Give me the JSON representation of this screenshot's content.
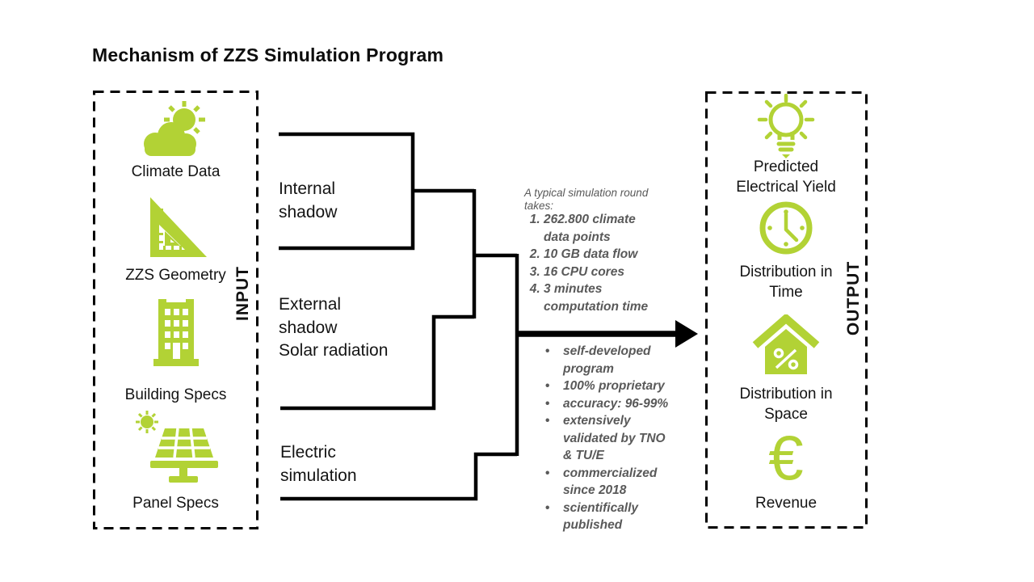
{
  "title": "Mechanism of ZZS Simulation Program",
  "colors": {
    "accent": "#b2d235",
    "note_text": "#595959",
    "line": "#000000"
  },
  "input_panel": {
    "label": "INPUT",
    "items": [
      {
        "icon": "climate-icon",
        "label": "Climate Data"
      },
      {
        "icon": "set-square-icon",
        "label": "ZZS Geometry"
      },
      {
        "icon": "building-icon",
        "label": "Building Specs"
      },
      {
        "icon": "solar-panel-icon",
        "label": "Panel Specs"
      }
    ]
  },
  "process": {
    "branches": [
      {
        "label": "Internal\nshadow"
      },
      {
        "label": "External\nshadow\nSolar radiation"
      },
      {
        "label": "Electric\nsimulation"
      }
    ]
  },
  "simulation_note": {
    "intro": "A typical simulation round\ntakes:",
    "numbered_items": [
      "262.800 climate\ndata points",
      "10 GB data flow",
      "16 CPU cores",
      "3 minutes\ncomputation time"
    ]
  },
  "program_facts": [
    "self-developed\nprogram",
    "100% proprietary",
    "accuracy: 96-99%",
    "extensively\nvalidated by TNO\n& TU/E",
    "commercialized\nsince 2018",
    "scientifically\npublished"
  ],
  "output_panel": {
    "label": "OUTPUT",
    "items": [
      {
        "icon": "lightbulb-icon",
        "label": "Predicted\nElectrical Yield"
      },
      {
        "icon": "clock-icon",
        "label": "Distribution in\nTime"
      },
      {
        "icon": "house-percent-icon",
        "label": "Distribution in\nSpace"
      },
      {
        "icon": "euro-icon",
        "glyph": "€",
        "label": "Revenue"
      }
    ]
  }
}
